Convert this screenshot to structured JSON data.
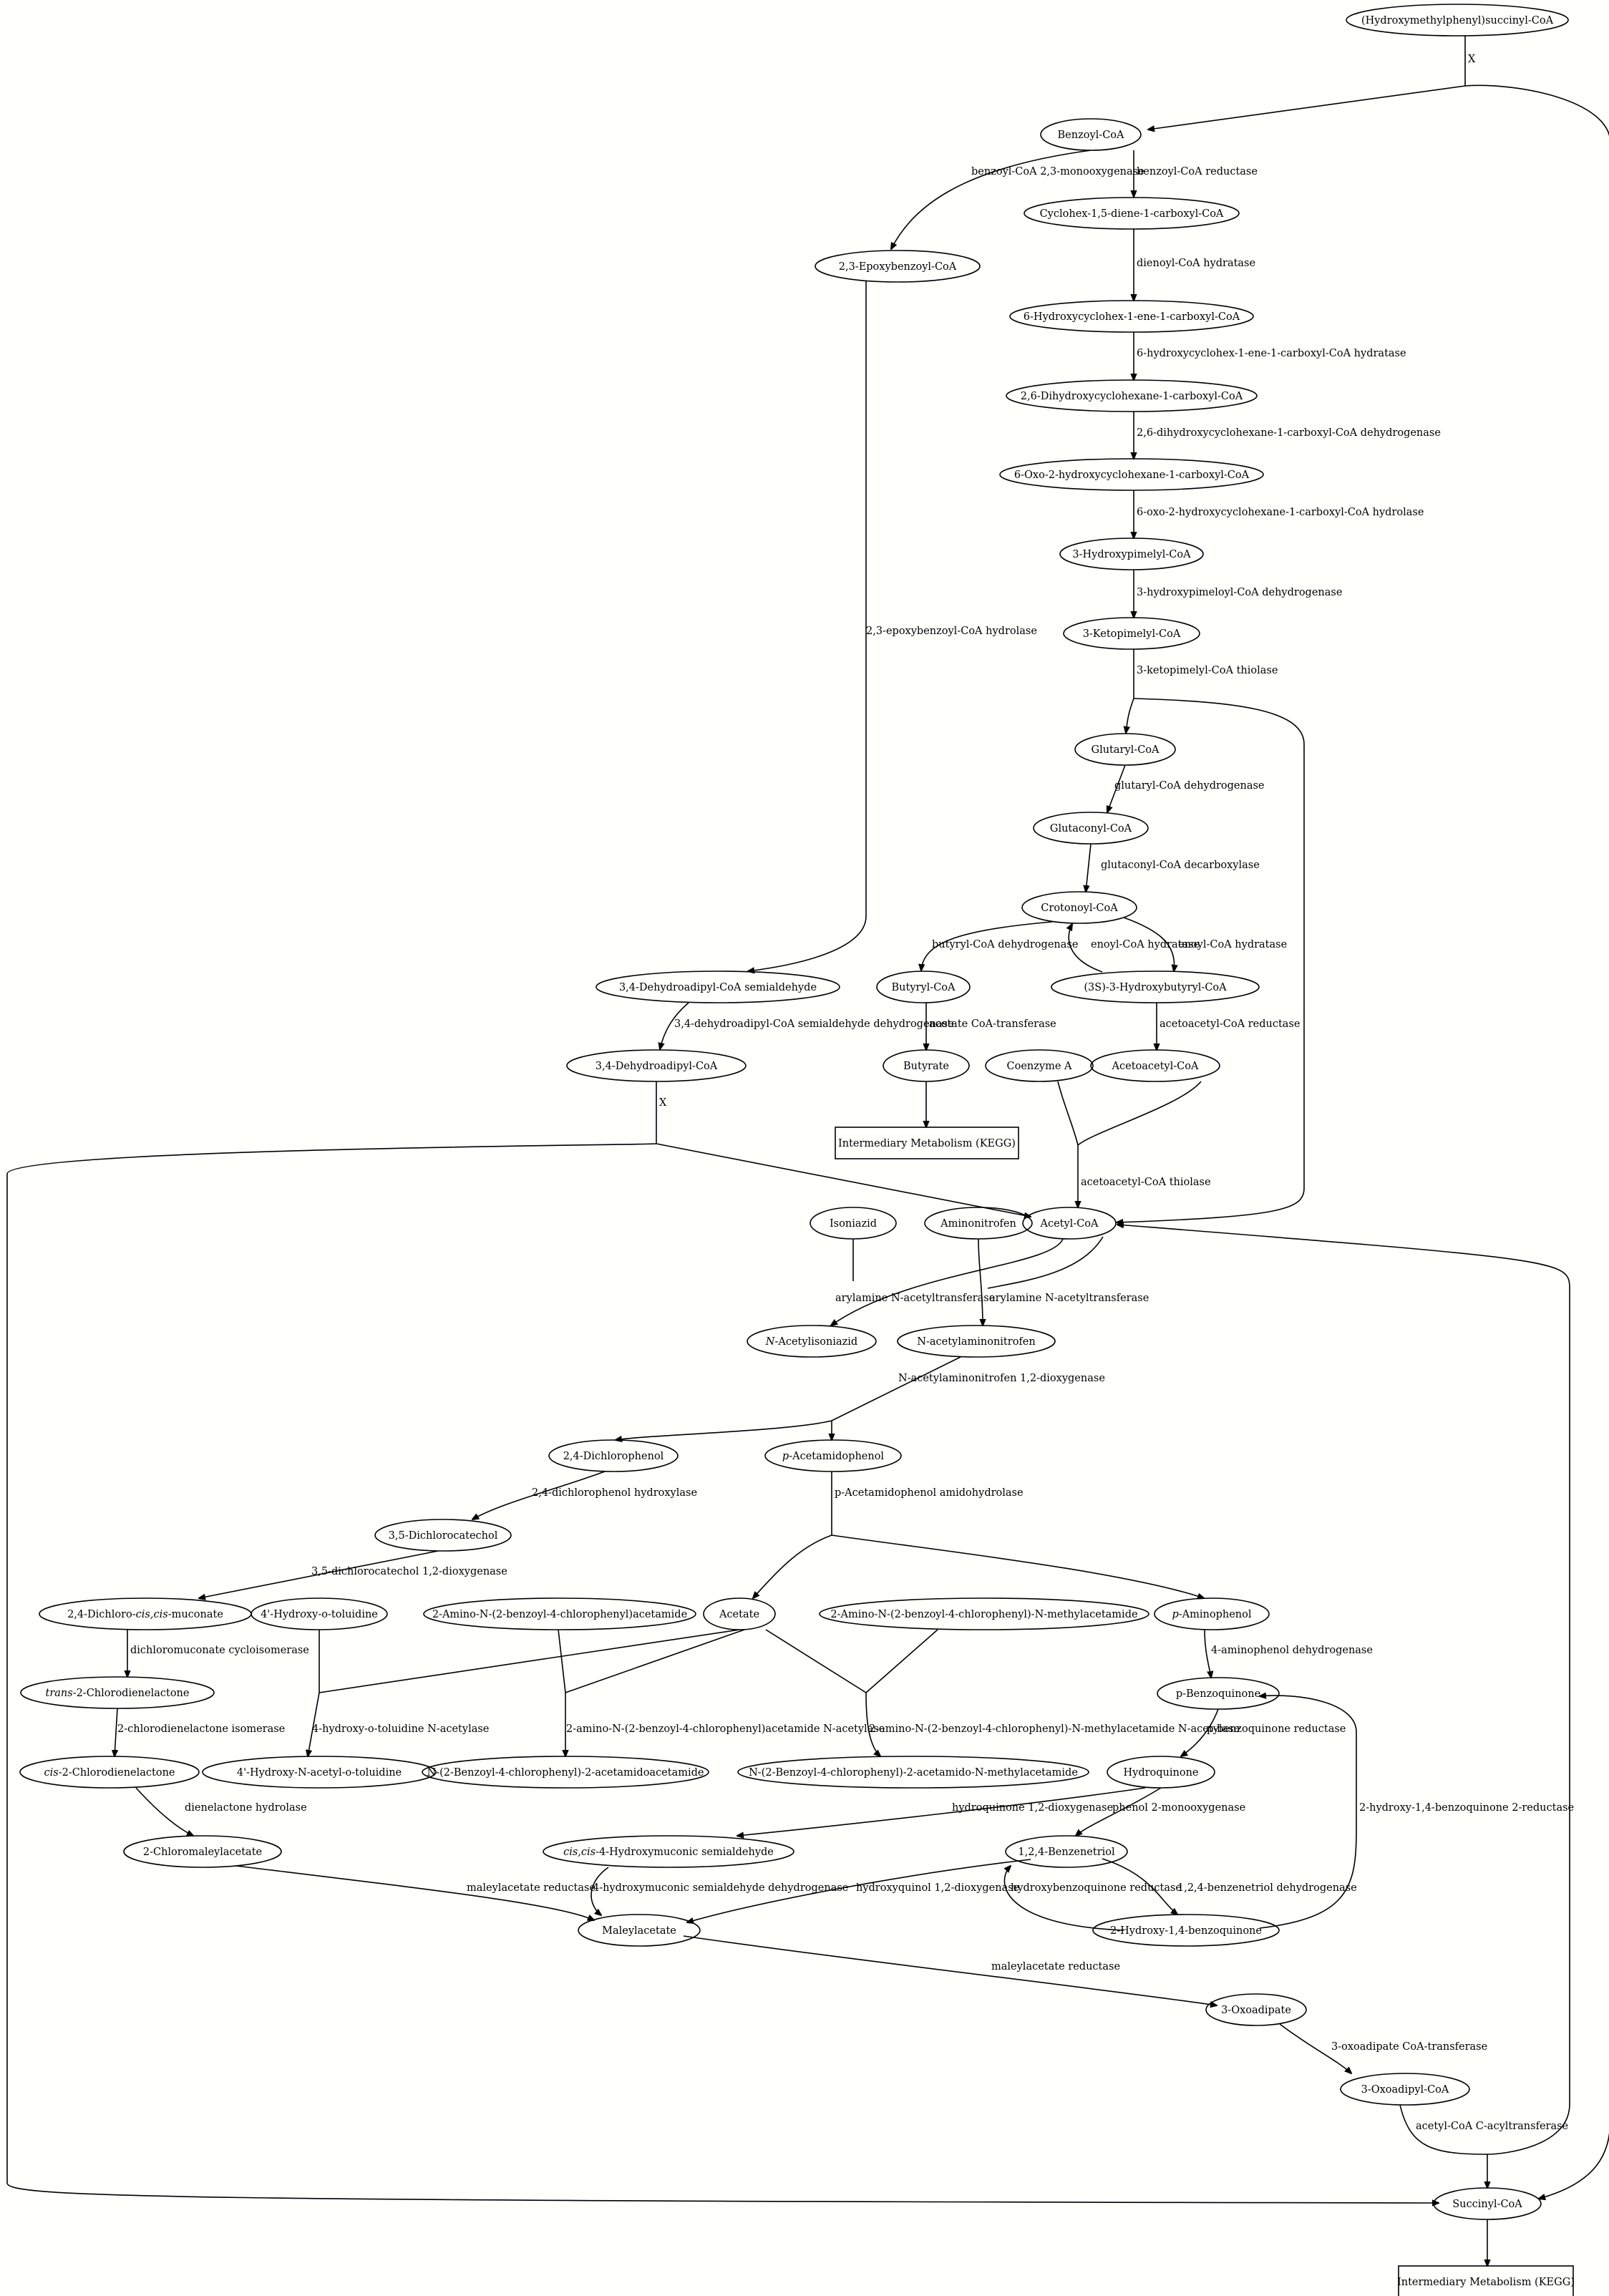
{
  "diagram": {
    "nodes": [
      {
        "id": "hmps",
        "label": "(Hydroxymethylphenyl)succinyl-CoA",
        "shape": "ellipse"
      },
      {
        "id": "benzoyl",
        "label": "Benzoyl-CoA",
        "shape": "ellipse"
      },
      {
        "id": "epoxy",
        "label": "2,3-Epoxybenzoyl-CoA",
        "shape": "ellipse"
      },
      {
        "id": "chd",
        "label": "Cyclohex-1,5-diene-1-carboxyl-CoA",
        "shape": "ellipse"
      },
      {
        "id": "hchx",
        "label": "6-Hydroxycyclohex-1-ene-1-carboxyl-CoA",
        "shape": "ellipse"
      },
      {
        "id": "dihx",
        "label": "2,6-Dihydroxycyclohexane-1-carboxyl-CoA",
        "shape": "ellipse"
      },
      {
        "id": "oxo",
        "label": "6-Oxo-2-hydroxycyclohexane-1-carboxyl-CoA",
        "shape": "ellipse"
      },
      {
        "id": "hpim",
        "label": "3-Hydroxypimelyl-CoA",
        "shape": "ellipse"
      },
      {
        "id": "kpim",
        "label": "3-Ketopimelyl-CoA",
        "shape": "ellipse"
      },
      {
        "id": "glut",
        "label": "Glutaryl-CoA",
        "shape": "ellipse"
      },
      {
        "id": "glutc",
        "label": "Glutaconyl-CoA",
        "shape": "ellipse"
      },
      {
        "id": "crot",
        "label": "Crotonoyl-CoA",
        "shape": "ellipse"
      },
      {
        "id": "buty",
        "label": "Butyryl-CoA",
        "shape": "ellipse"
      },
      {
        "id": "hbut",
        "label": "(3S)-3-Hydroxybutyryl-CoA",
        "shape": "ellipse"
      },
      {
        "id": "dhas",
        "label": "3,4-Dehydroadipyl-CoA semialdehyde",
        "shape": "ellipse"
      },
      {
        "id": "dha",
        "label": "3,4-Dehydroadipyl-CoA",
        "shape": "ellipse"
      },
      {
        "id": "butyrate",
        "label": "Butyrate",
        "shape": "ellipse"
      },
      {
        "id": "coa",
        "label": "Coenzyme A",
        "shape": "ellipse"
      },
      {
        "id": "acac",
        "label": "Acetoacetyl-CoA",
        "shape": "ellipse"
      },
      {
        "id": "kegg1",
        "label": "Intermediary Metabolism (KEGG)",
        "shape": "box"
      },
      {
        "id": "isoniazid",
        "label": "Isoniazid",
        "shape": "ellipse"
      },
      {
        "id": "aminonitro",
        "label": "Aminonitrofen",
        "shape": "ellipse"
      },
      {
        "id": "acetyl",
        "label": "Acetyl-CoA",
        "shape": "ellipse"
      },
      {
        "id": "nacetiso",
        "label": "N-Acetylisoniazid",
        "shape": "ellipse",
        "italic": "N"
      },
      {
        "id": "nacetam",
        "label": "N-acetylaminonitrofen",
        "shape": "ellipse"
      },
      {
        "id": "dcp",
        "label": "2,4-Dichlorophenol",
        "shape": "ellipse"
      },
      {
        "id": "pacet",
        "label": "p-Acetamidophenol",
        "shape": "ellipse",
        "italic": "p"
      },
      {
        "id": "dcc",
        "label": "3,5-Dichlorocatechol",
        "shape": "ellipse"
      },
      {
        "id": "dcm",
        "label": "2,4-Dichloro-cis,cis-muconate",
        "shape": "ellipse",
        "italic": "cis,cis"
      },
      {
        "id": "hot",
        "label": "4'-Hydroxy-o-toluidine",
        "shape": "ellipse",
        "italic": "o"
      },
      {
        "id": "abca",
        "label": "2-Amino-N-(2-benzoyl-4-chlorophenyl)acetamide",
        "shape": "ellipse"
      },
      {
        "id": "acetate",
        "label": "Acetate",
        "shape": "ellipse"
      },
      {
        "id": "abcm",
        "label": "2-Amino-N-(2-benzoyl-4-chlorophenyl)-N-methylacetamide",
        "shape": "ellipse"
      },
      {
        "id": "paminoph",
        "label": "p-Aminophenol",
        "shape": "ellipse",
        "italic": "p"
      },
      {
        "id": "tcd",
        "label": "trans-2-Chlorodienelactone",
        "shape": "ellipse",
        "italic": "trans"
      },
      {
        "id": "pbq",
        "label": "p-Benzoquinone",
        "shape": "ellipse"
      },
      {
        "id": "ccd",
        "label": "cis-2-Chlorodienelactone",
        "shape": "ellipse",
        "italic": "cis"
      },
      {
        "id": "hnat",
        "label": "4'-Hydroxy-N-acetyl-o-toluidine",
        "shape": "ellipse"
      },
      {
        "id": "nbca",
        "label": "N-(2-Benzoyl-4-chlorophenyl)-2-acetamidoacetamide",
        "shape": "ellipse"
      },
      {
        "id": "nbcm",
        "label": "N-(2-Benzoyl-4-chlorophenyl)-2-acetamido-N-methylacetamide",
        "shape": "ellipse"
      },
      {
        "id": "hq",
        "label": "Hydroquinone",
        "shape": "ellipse"
      },
      {
        "id": "cma",
        "label": "2-Chloromaleylacetate",
        "shape": "ellipse"
      },
      {
        "id": "chms",
        "label": "cis,cis-4-Hydroxymuconic semialdehyde",
        "shape": "ellipse",
        "italic": "cis,cis"
      },
      {
        "id": "bt",
        "label": "1,2,4-Benzenetriol",
        "shape": "ellipse"
      },
      {
        "id": "ma",
        "label": "Maleylacetate",
        "shape": "ellipse"
      },
      {
        "id": "hbq",
        "label": "2-Hydroxy-1,4-benzoquinone",
        "shape": "ellipse"
      },
      {
        "id": "oxoad",
        "label": "3-Oxoadipate",
        "shape": "ellipse"
      },
      {
        "id": "oxoadc",
        "label": "3-Oxoadipyl-CoA",
        "shape": "ellipse"
      },
      {
        "id": "succ",
        "label": "Succinyl-CoA",
        "shape": "ellipse"
      },
      {
        "id": "kegg2",
        "label": "Intermediary Metabolism (KEGG)",
        "shape": "box"
      }
    ],
    "edges": [
      {
        "id": "e_hmps",
        "label": "X"
      },
      {
        "id": "e_benzoyl_epoxy",
        "label": "benzoyl-CoA 2,3-monooxygenase"
      },
      {
        "id": "e_benzoyl_chd",
        "label": "benzoyl-CoA reductase"
      },
      {
        "id": "e_chd_hchx",
        "label": "dienoyl-CoA hydratase"
      },
      {
        "id": "e_hchx_dihx",
        "label": "6-hydroxycyclohex-1-ene-1-carboxyl-CoA hydratase"
      },
      {
        "id": "e_dihx_oxo",
        "label": "2,6-dihydroxycyclohexane-1-carboxyl-CoA dehydrogenase"
      },
      {
        "id": "e_oxo_hpim",
        "label": "6-oxo-2-hydroxycyclohexane-1-carboxyl-CoA hydrolase"
      },
      {
        "id": "e_hpim_kpim",
        "label": "3-hydroxypimeloyl-CoA dehydrogenase"
      },
      {
        "id": "e_kpim",
        "label": "3-ketopimelyl-CoA thiolase"
      },
      {
        "id": "e_epoxy_dhas",
        "label": "2,3-epoxybenzoyl-CoA hydrolase"
      },
      {
        "id": "e_glut",
        "label": "glutaryl-CoA dehydrogenase"
      },
      {
        "id": "e_glutc",
        "label": "glutaconyl-CoA decarboxylase"
      },
      {
        "id": "e_crot_buty",
        "label": "butyryl-CoA dehydrogenase"
      },
      {
        "id": "e_hbut_crot",
        "label": "enoyl-CoA hydratase"
      },
      {
        "id": "e_crot_hbut",
        "label": "enoyl-CoA hydratase"
      },
      {
        "id": "e_dhas_dha",
        "label": "3,4-dehydroadipyl-CoA semialdehyde dehydrogenase"
      },
      {
        "id": "e_buty_butyrate",
        "label": "acetate CoA-transferase"
      },
      {
        "id": "e_hbut_acac",
        "label": "acetoacetyl-CoA reductase"
      },
      {
        "id": "e_dha",
        "label": "X"
      },
      {
        "id": "e_thiolase",
        "label": "acetoacetyl-CoA thiolase"
      },
      {
        "id": "e_iso",
        "label": "arylamine N-acetyltransferase"
      },
      {
        "id": "e_amino",
        "label": "arylamine N-acetyltransferase"
      },
      {
        "id": "e_nacetam",
        "label": "N-acetylaminonitrofen 1,2-dioxygenase"
      },
      {
        "id": "e_dcp_dcc",
        "label": "2,4-dichlorophenol hydroxylase"
      },
      {
        "id": "e_pacet",
        "label": "p-Acetamidophenol amidohydrolase"
      },
      {
        "id": "e_dcc_dcm",
        "label": "3,5-dichlorocatechol 1,2-dioxygenase"
      },
      {
        "id": "e_dcm_tcd",
        "label": "dichloromuconate cycloisomerase"
      },
      {
        "id": "e_paminoph_pbq",
        "label": "4-aminophenol dehydrogenase"
      },
      {
        "id": "e_tcd_ccd",
        "label": "2-chlorodienelactone isomerase"
      },
      {
        "id": "e_hot",
        "label": "4-hydroxy-o-toluidine N-acetylase"
      },
      {
        "id": "e_abca",
        "label": "2-amino-N-(2-benzoyl-4-chlorophenyl)acetamide N-acetylase"
      },
      {
        "id": "e_abcm",
        "label": "2-amino-N-(2-benzoyl-4-chlorophenyl)-N-methylacetamide N-acetylase"
      },
      {
        "id": "e_pbq_hq",
        "label": "p-benzoquinone reductase"
      },
      {
        "id": "e_ccd_cma",
        "label": "dienelactone hydrolase"
      },
      {
        "id": "e_hq_chms",
        "label": "hydroquinone 1,2-dioxygenase"
      },
      {
        "id": "e_hq_bt",
        "label": "phenol 2-monooxygenase"
      },
      {
        "id": "e_hbq_pbq",
        "label": "2-hydroxy-1,4-benzoquinone 2-reductase"
      },
      {
        "id": "e_cma_ma",
        "label": "maleylacetate reductase"
      },
      {
        "id": "e_chms_ma",
        "label": "4-hydroxymuconic semialdehyde dehydrogenase"
      },
      {
        "id": "e_bt_ma",
        "label": "hydroxyquinol 1,2-dioxygenase"
      },
      {
        "id": "e_hbq_bt",
        "label": "hydroxybenzoquinone reductase"
      },
      {
        "id": "e_bt_hbq",
        "label": "1,2,4-benzenetriol dehydrogenase"
      },
      {
        "id": "e_ma_oxoad",
        "label": "maleylacetate reductase"
      },
      {
        "id": "e_oxoad_oxoadc",
        "label": "3-oxoadipate CoA-transferase"
      },
      {
        "id": "e_oxoadc_succ",
        "label": "acetyl-CoA C-acyltransferase"
      }
    ]
  }
}
